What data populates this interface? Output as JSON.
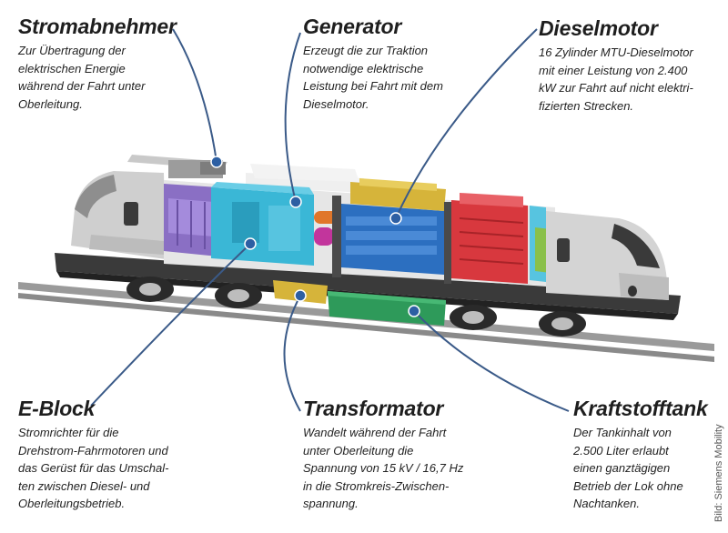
{
  "labels": {
    "stromabnehmer": {
      "title": "Stromabnehmer",
      "text": "Zur Übertragung der\nelektrischen Energie\nwährend der Fahrt unter\nOberleitung."
    },
    "generator": {
      "title": "Generator",
      "text": "Erzeugt die zur Traktion\nnotwendige elektrische\nLeistung bei Fahrt mit dem\nDieselmotor."
    },
    "dieselmotor": {
      "title": "Dieselmotor",
      "text": "16 Zylinder MTU-Dieselmotor\nmit einer Leistung von 2.400\nkW zur Fahrt auf nicht elektri-\nfizierten Strecken."
    },
    "eblock": {
      "title": "E-Block",
      "text": "Stromrichter für die\nDrehstrom-Fahrmotoren und\ndas Gerüst für das Umschal-\nten zwischen Diesel- und\nOberleitungsbetrieb."
    },
    "transformator": {
      "title": "Transformator",
      "text": "Wandelt während der Fahrt\nunter Oberleitung die\nSpannung von 15 kV / 16,7 Hz\nin die Stromkreis-Zwischen-\nspannung."
    },
    "kraftstofftank": {
      "title": "Kraftstofftank",
      "text": "Der Tankinhalt von\n2.500 Liter erlaubt\neinen ganztägigen\nBetrieb der Lok ohne\nNachtanken."
    }
  },
  "credit": "Bild: Siemens Mobility",
  "colors": {
    "callout_line": "#3a5a88",
    "dot": "#2d5fa3",
    "body_grey": "#d8d8d8",
    "eblock_purple": "#8a6fc4",
    "generator_cyan": "#3ab7d6",
    "diesel_blue": "#2c6fc0",
    "tank_green": "#2e9a5a",
    "radiator_red": "#d8383e",
    "dome_yellow": "#d6b43a",
    "pipe_orange": "#e0762a",
    "magenta": "#c2359c"
  }
}
